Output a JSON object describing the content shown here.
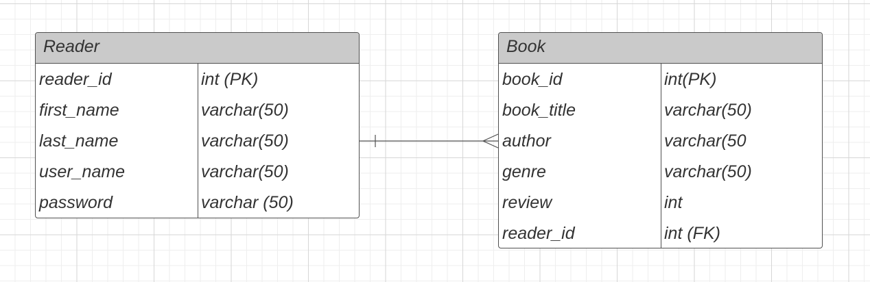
{
  "entities": {
    "reader": {
      "title": "Reader",
      "attributes": [
        {
          "name": "reader_id",
          "type": "int (PK)"
        },
        {
          "name": "first_name",
          "type": "varchar(50)"
        },
        {
          "name": "last_name",
          "type": "varchar(50)"
        },
        {
          "name": "user_name",
          "type": "varchar(50)"
        },
        {
          "name": "password",
          "type": "varchar (50)"
        }
      ]
    },
    "book": {
      "title": "Book",
      "attributes": [
        {
          "name": "book_id",
          "type": "int(PK)"
        },
        {
          "name": "book_title",
          "type": "varchar(50)"
        },
        {
          "name": "author",
          "type": "varchar(50"
        },
        {
          "name": "genre",
          "type": "varchar(50)"
        },
        {
          "name": "review",
          "type": "int"
        },
        {
          "name": "reader_id",
          "type": "int (FK)"
        }
      ]
    }
  },
  "relationship": {
    "from": "Reader",
    "to": "Book",
    "from_cardinality": "one",
    "to_cardinality": "many"
  },
  "colors": {
    "header_fill": "#cacaca",
    "border": "#4f4f4f",
    "text": "#333333",
    "grid": "#d6d6d6"
  }
}
